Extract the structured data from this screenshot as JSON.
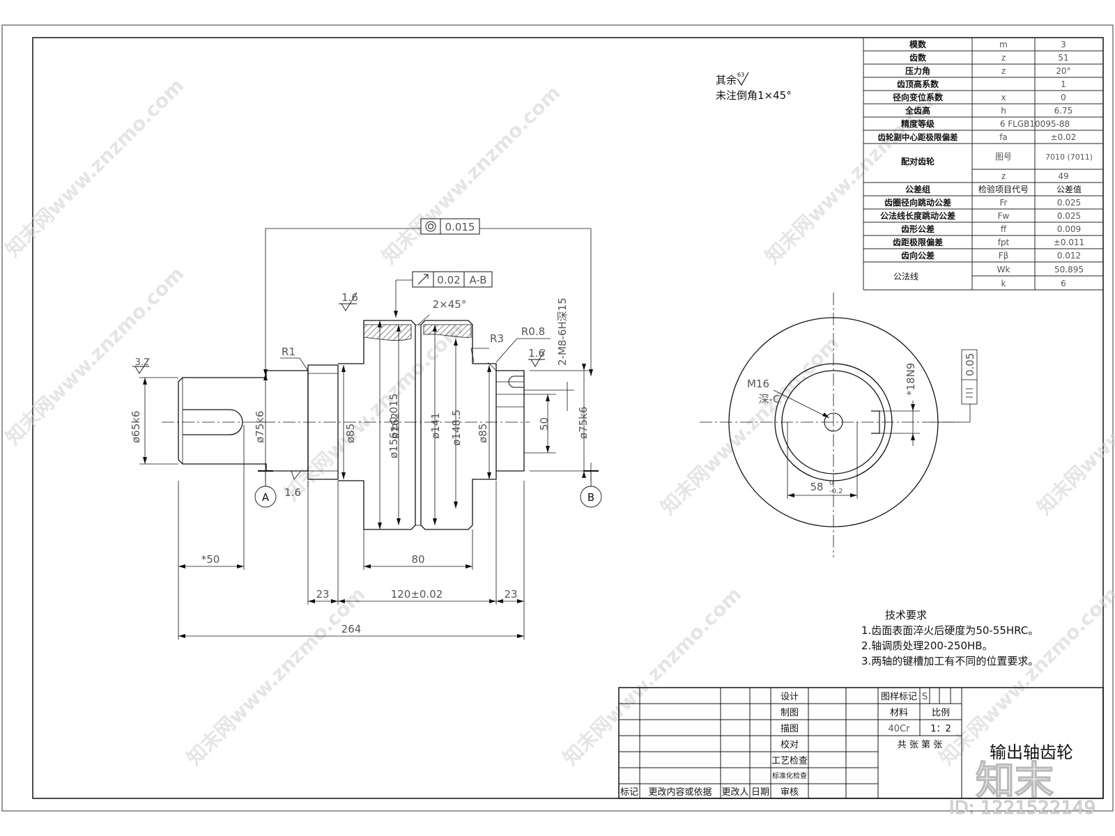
{
  "surface_note": {
    "label": "其余",
    "roughness": "63"
  },
  "chamfer_note": "未注倒角1×45°",
  "params": [
    {
      "name": "模数",
      "symbol": "m",
      "value": "3"
    },
    {
      "name": "齿数",
      "symbol": "z",
      "value": "51"
    },
    {
      "name": "压力角",
      "symbol": "z",
      "value": "20°"
    },
    {
      "name": "齿顶高系数",
      "symbol": "",
      "value": "1"
    },
    {
      "name": "径向变位系数",
      "symbol": "x",
      "value": "0"
    },
    {
      "name": "全齿高",
      "symbol": "h",
      "value": "6.75"
    },
    {
      "name": "精度等级",
      "symbol": "6 FLGB10095-88",
      "value": ""
    },
    {
      "name": "齿轮副中心距极限偏差",
      "symbol": "fa",
      "value": "±0.02"
    }
  ],
  "mating": {
    "label": "配对齿轮",
    "drawing_label": "图号",
    "drawing_no": "7010 (7011)",
    "z_symbol": "z",
    "z_value": "49"
  },
  "tolerance_header": {
    "group": "公差组",
    "item": "检验项目代号",
    "value": "公差值"
  },
  "tolerances": [
    {
      "name": "齿圈径向跳动公差",
      "symbol": "Fr",
      "value": "0.025"
    },
    {
      "name": "公法线长度跳动公差",
      "symbol": "Fw",
      "value": "0.025"
    },
    {
      "name": "齿形公差",
      "symbol": "ff",
      "value": "0.009"
    },
    {
      "name": "齿距极限偏差",
      "symbol": "fpt",
      "value": "±0.011"
    },
    {
      "name": "齿向公差",
      "symbol": "Fβ",
      "value": "0.012"
    }
  ],
  "normal_line": {
    "label": "公法线",
    "wk_symbol": "Wk",
    "wk_value": "50.895",
    "k_symbol": "k",
    "k_value": "6"
  },
  "dims": {
    "concentricity": "0.015",
    "runout": "0.02",
    "runout_datum": "A-B",
    "chamfer": "2×45°",
    "rough_a": "1.6",
    "rough_b": "3.2",
    "rough_c": "1.6",
    "rough_d": "1.6",
    "r1": "R1",
    "r3": "R3",
    "r08": "R0.8",
    "tapped_hole": "2-M8-6H深15",
    "d65": "ø65k6",
    "d75a": "ø75k6",
    "d85a": "ø85",
    "d162": "ø162",
    "d156": "ø156±0.015",
    "d141": "ø141",
    "d148": "ø148.5",
    "d85b": "ø85",
    "d75b": "ø75k6",
    "h50": "50",
    "len50": "*50",
    "len80": "80",
    "len23a": "23",
    "len120": "120±0.02",
    "len23b": "23",
    "len264": "264",
    "datum_a": "A",
    "datum_b": "B"
  },
  "side_view": {
    "m16": "M16",
    "depth": "深-C",
    "keyway": "*18N9",
    "sym": "0.05",
    "width_base": "58",
    "width_upper": "0",
    "width_lower": "-0.2"
  },
  "tech": {
    "title": "技术要求",
    "items": [
      "1.齿面表面淬火后硬度为50-55HRC。",
      "2.轴调质处理200-250HB。",
      "3.两轴的键槽加工有不同的位置要求。"
    ]
  },
  "title_block": {
    "design": "设计",
    "draw": "制图",
    "trace": "描图",
    "check": "校对",
    "process": "工艺检查",
    "standard": "标准化检查",
    "approve": "审核",
    "mark": "标记",
    "change_content": "更改内容或依据",
    "changer": "更改人",
    "date": "日期",
    "pattern_mark": "图样标记",
    "pattern_s": "S",
    "material_label": "材料",
    "scale_label": "比例",
    "material": "40Cr",
    "scale": "1：2",
    "sheets": "共  张  第  张",
    "part_name": "输出轴齿轮"
  },
  "watermark": {
    "text": "知末网www.znzmo.com",
    "logo": "知末",
    "id": "ID: 1221522149"
  }
}
